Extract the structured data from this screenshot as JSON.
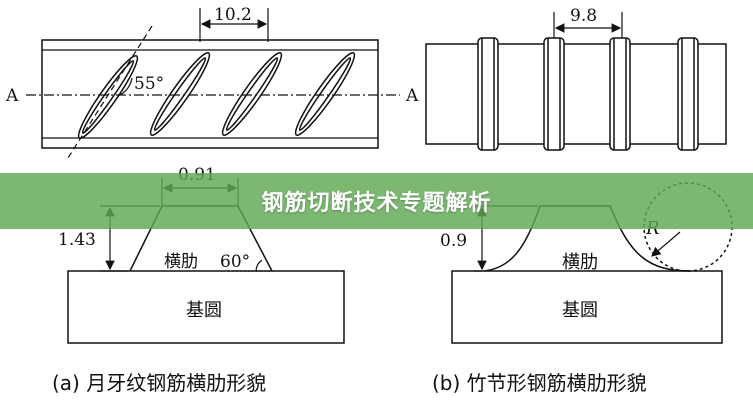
{
  "banner": {
    "title": "钢筋切断技术专题解析"
  },
  "panel_a": {
    "top_dimension": "10.2",
    "angle": "55°",
    "axis_label_left": "A",
    "rib_width": "0.91",
    "rib_height": "1.43",
    "rib_label": "横肋",
    "rib_angle": "60°",
    "base_label": "基圆",
    "caption": "(a) 月牙纹钢筋横肋形貌"
  },
  "panel_b": {
    "top_dimension": "9.8",
    "axis_label_right": "A",
    "rib_height": "0.9",
    "radius_label": "R",
    "rib_label": "横肋",
    "base_label": "基圆",
    "caption": "(b) 竹节形钢筋横肋形貌"
  }
}
